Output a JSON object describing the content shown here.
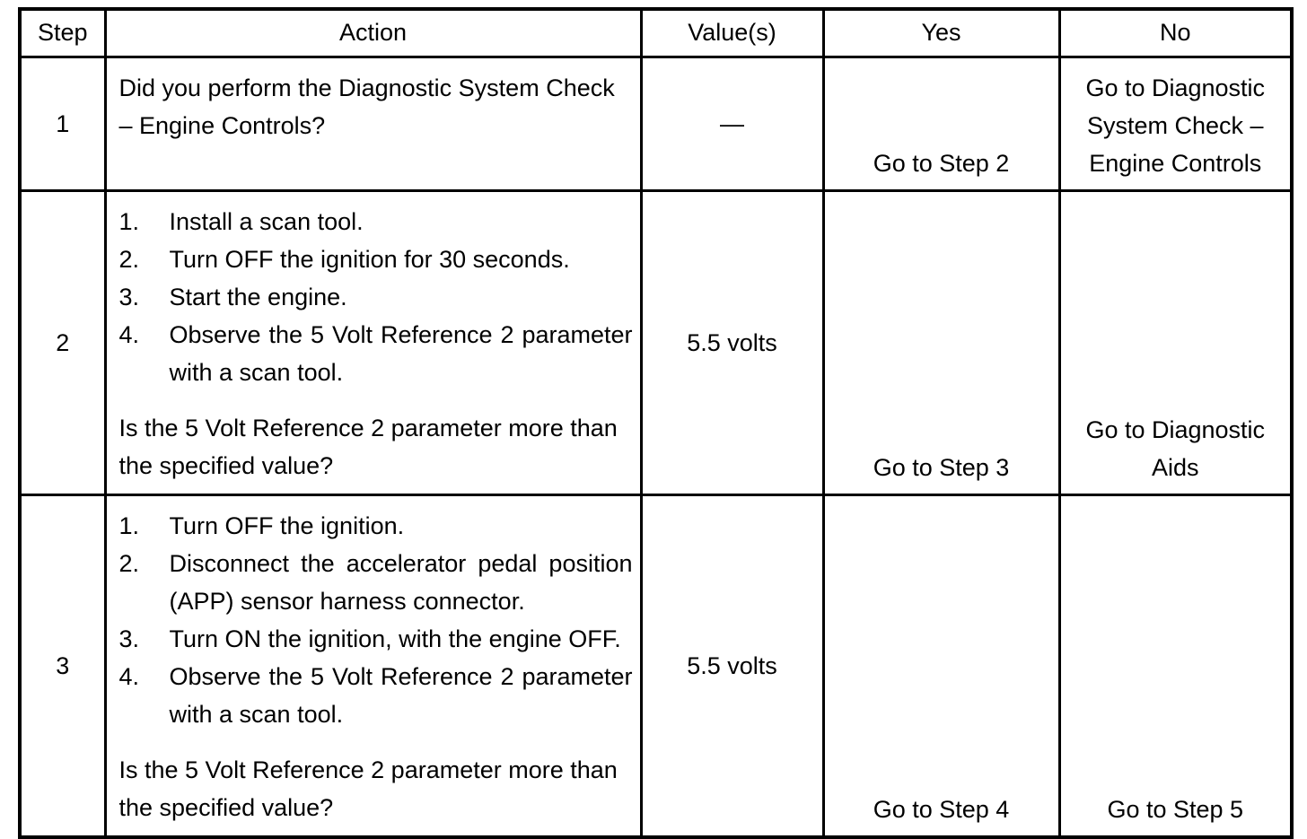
{
  "table": {
    "headers": {
      "step": "Step",
      "action": "Action",
      "values": "Value(s)",
      "yes": "Yes",
      "no": "No"
    },
    "rows": [
      {
        "step": "1",
        "action": {
          "list": [],
          "question": "Did you perform the Diagnostic System Check – Engine Controls?"
        },
        "value": "—",
        "yes": "Go to Step 2",
        "no": "Go to Diagnostic System Check – Engine Controls"
      },
      {
        "step": "2",
        "action": {
          "list": [
            {
              "num": "1.",
              "text": "Install a scan tool."
            },
            {
              "num": "2.",
              "text": "Turn OFF the ignition for 30 seconds."
            },
            {
              "num": "3.",
              "text": "Start the engine."
            },
            {
              "num": "4.",
              "text": "Observe the 5 Volt Reference 2 parameter with a scan tool."
            }
          ],
          "question": "Is the 5 Volt Reference 2 parameter more than the specified value?"
        },
        "value": "5.5 volts",
        "yes": "Go to Step 3",
        "no": "Go to Diagnostic Aids"
      },
      {
        "step": "3",
        "action": {
          "list": [
            {
              "num": "1.",
              "text": "Turn OFF the ignition."
            },
            {
              "num": "2.",
              "text": "Disconnect the accelerator pedal position (APP) sensor harness connector."
            },
            {
              "num": "3.",
              "text": "Turn ON the ignition, with the engine OFF."
            },
            {
              "num": "4.",
              "text": "Observe the 5 Volt Reference 2 parameter with a scan tool."
            }
          ],
          "question": "Is the 5 Volt Reference 2 parameter more than the specified value?"
        },
        "value": "5.5 volts",
        "yes": "Go to Step 4",
        "no": "Go to Step 5"
      }
    ]
  },
  "colors": {
    "border": "#000000",
    "text": "#000000",
    "background": "#ffffff"
  }
}
